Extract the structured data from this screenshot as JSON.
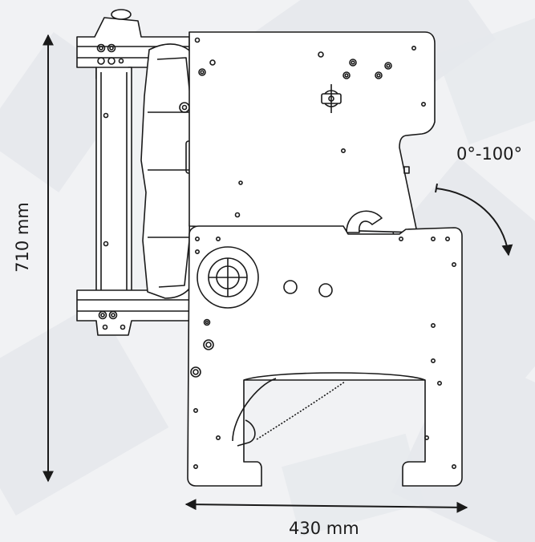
{
  "dimensions": {
    "height": "710 mm",
    "width": "430 mm",
    "rotation_range": "0°-100°"
  },
  "colors": {
    "line": "#1a1a1a",
    "panel_fill": "#ffffff",
    "background": "#f1f2f4",
    "background_tile": "#dfe2e7"
  }
}
